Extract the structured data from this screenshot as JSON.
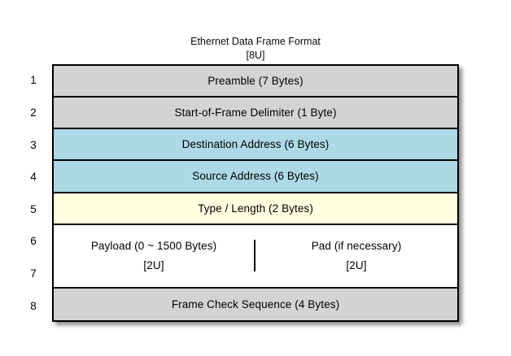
{
  "title": "Ethernet Data Frame Format",
  "subtitle": "[8U]",
  "colors": {
    "gray": "#d3d3d3",
    "blue": "#add8e6",
    "yellow": "#ffffe0",
    "white": "#ffffff",
    "border": "#000000",
    "background": "#ffffff"
  },
  "row_numbers": [
    "1",
    "2",
    "3",
    "4",
    "5",
    "6",
    "7",
    "8"
  ],
  "rows": [
    {
      "label": "Preamble (7 Bytes)",
      "color": "gray",
      "units": 1
    },
    {
      "label": "Start-of-Frame Delimiter (1 Byte)",
      "color": "gray",
      "units": 1
    },
    {
      "label": "Destination Address (6 Bytes)",
      "color": "blue",
      "units": 1
    },
    {
      "label": "Source Address (6 Bytes)",
      "color": "blue",
      "units": 1
    },
    {
      "label": "Type / Length (2 Bytes)",
      "color": "yellow",
      "units": 1
    },
    {
      "color": "white",
      "units": 2,
      "cells": [
        {
          "label": "Payload (0 ~ 1500 Bytes)",
          "sublabel": "[2U]"
        },
        {
          "label": "Pad (if necessary)",
          "sublabel": "[2U]"
        }
      ]
    },
    {
      "label": "Frame Check Sequence (4 Bytes)",
      "color": "gray",
      "units": 1
    }
  ]
}
